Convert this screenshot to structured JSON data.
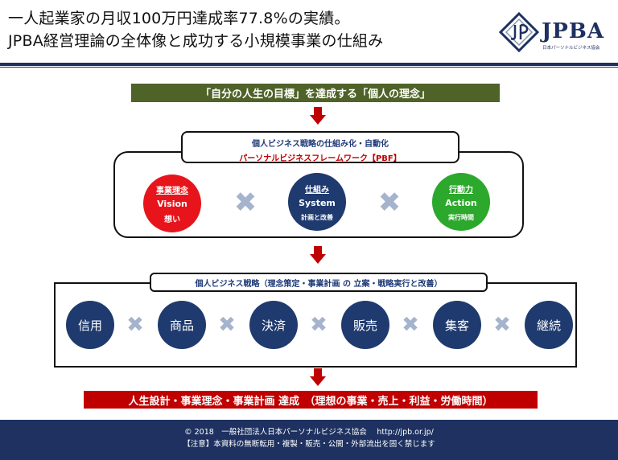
{
  "header": {
    "title_line1": "一人起業家の月収100万円達成率77.8%の実績。",
    "title_line2": "JPBA経営理論の全体像と成功する小規模事業の仕組み",
    "logo_text": "JPBA",
    "logo_sub": "日本パーソナルビジネス協会"
  },
  "goal_banner": "「自分の人生の目標」を達成する「個人の理念」",
  "framework": {
    "label_line1": "個人ビジネス戦略の仕組み化・自動化",
    "label_line2": "パーソナルビジネスフレームワーク【PBF】",
    "circles": [
      {
        "title": "事業理念",
        "english": "Vision",
        "sub": "想い",
        "color": "#e8141b"
      },
      {
        "title": "仕組み",
        "english": "System",
        "sub": "計画と改善",
        "color": "#1f3a6e"
      },
      {
        "title": "行動力",
        "english": "Action",
        "sub": "実行時間",
        "color": "#2ca82c"
      }
    ],
    "cross_symbol": "✖"
  },
  "strategy": {
    "label": "個人ビジネス戦略（理念策定・事業計画 の 立案・戦略実行と改善）",
    "items": [
      "信用",
      "商品",
      "決済",
      "販売",
      "集客",
      "継続"
    ]
  },
  "result_banner": "人生設計・事業理念・事業計画 達成　（理想の事業・売上・利益・労働時間）",
  "footer": {
    "line1": "© 2018　一般社団法人日本パーソナルビジネス協会　 http://jpb.or.jp/",
    "line2": "【注意】本資料の無断転用・複製・販売・公開・外部流出を固く禁じます"
  },
  "colors": {
    "navy": "#1e3160",
    "accent_red": "#c00000",
    "banner_green": "#4f6228",
    "cross_gray": "#a6b3cc"
  }
}
